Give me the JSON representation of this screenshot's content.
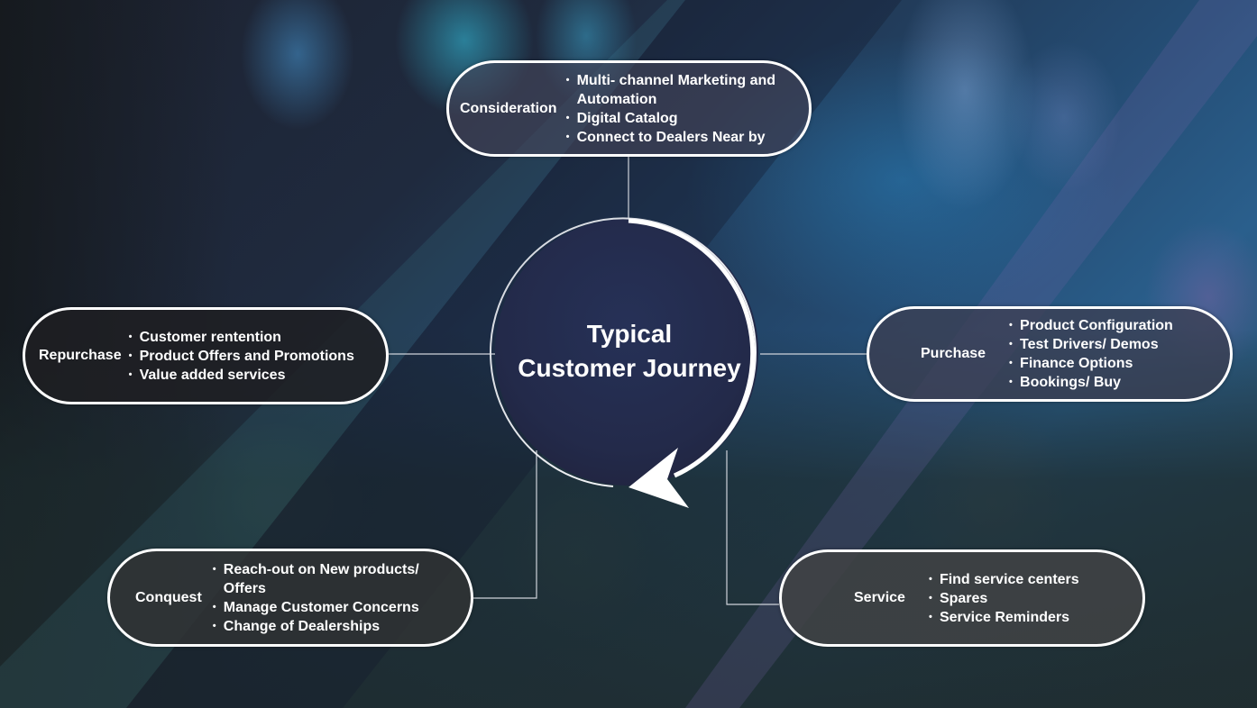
{
  "diagram": {
    "center": {
      "title_line1": "Typical",
      "title_line2": "Customer Journey",
      "icon": "cycle-arrow-icon"
    },
    "stages": [
      {
        "id": "consideration",
        "name": "Consideration",
        "bullets": [
          "Multi- channel Marketing and Automation",
          "Digital Catalog",
          "Connect to Dealers Near by"
        ]
      },
      {
        "id": "purchase",
        "name": "Purchase",
        "bullets": [
          "Product Configuration",
          "Test Drivers/ Demos",
          "Finance Options",
          "Bookings/ Buy"
        ]
      },
      {
        "id": "service",
        "name": "Service",
        "bullets": [
          "Find service centers",
          "Spares",
          "Service Reminders"
        ]
      },
      {
        "id": "conquest",
        "name": "Conquest",
        "bullets": [
          "Reach-out on New products/ Offers",
          "Manage Customer Concerns",
          "Change of Dealerships"
        ]
      },
      {
        "id": "repurchase",
        "name": "Repurchase",
        "bullets": [
          "Customer rentention",
          "Product Offers and Promotions",
          "Value added services"
        ]
      }
    ],
    "colors": {
      "outline": "#ffffff",
      "hub_fill": "#232a4a",
      "text": "#ffffff"
    }
  }
}
